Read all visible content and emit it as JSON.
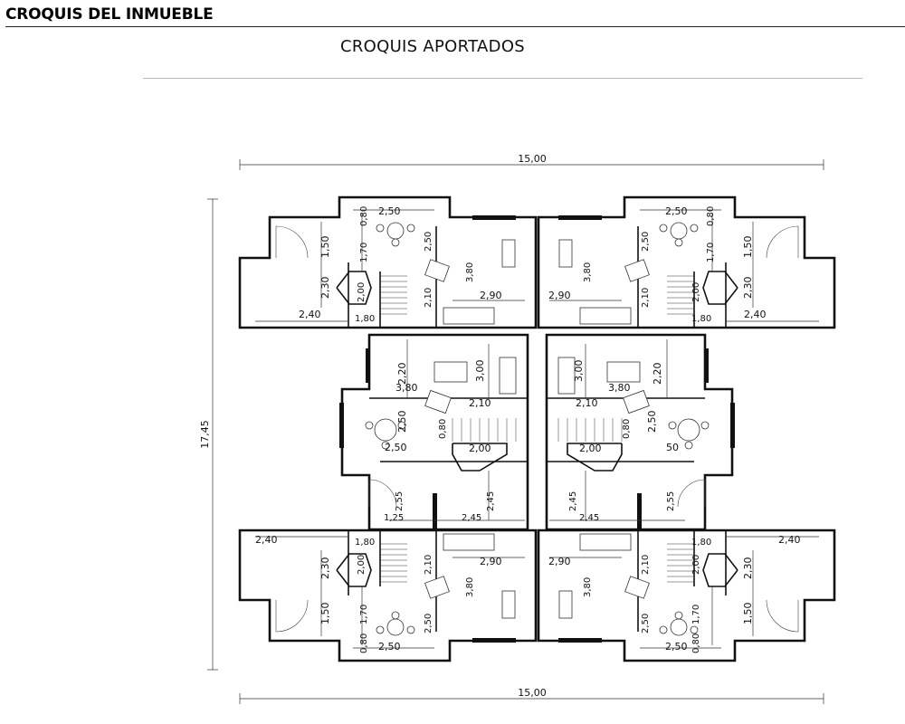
{
  "header": {
    "section_title": "CROQUIS DEL INMUEBLE",
    "subtitle": "CROQUIS APORTADOS"
  },
  "plan": {
    "overall_width": "15,00",
    "overall_depth": "17,45",
    "measures": {
      "m250": "2,50",
      "m080": "0,80",
      "m170": "1,70",
      "m150": "1,50",
      "m230": "2,30",
      "m200": "2,00",
      "m210": "2,10",
      "m380": "3,80",
      "m290": "2,90",
      "m240": "2,40",
      "m180": "1,80",
      "m220": "2,20",
      "m300": "3,00",
      "m245": "2,45",
      "m255": "2,55",
      "m125": "1,25",
      "m050": "50"
    }
  }
}
